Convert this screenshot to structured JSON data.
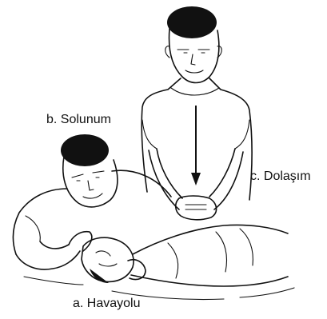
{
  "labels": {
    "breathing": "b. Solunum",
    "circulation": "c. Dolaşım",
    "airway": "a. Havayolu"
  },
  "colors": {
    "ink": "#111111",
    "background": "#ffffff"
  }
}
